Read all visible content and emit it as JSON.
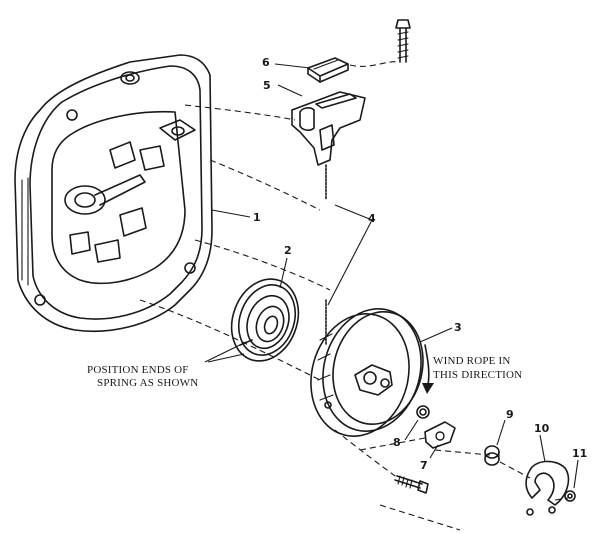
{
  "callouts": [
    {
      "id": "1",
      "label": "1"
    },
    {
      "id": "2",
      "label": "2"
    },
    {
      "id": "3",
      "label": "3"
    },
    {
      "id": "4",
      "label": "4"
    },
    {
      "id": "5",
      "label": "5"
    },
    {
      "id": "6",
      "label": "6"
    },
    {
      "id": "7",
      "label": "7"
    },
    {
      "id": "8",
      "label": "8"
    },
    {
      "id": "9",
      "label": "9"
    },
    {
      "id": "10",
      "label": "10"
    },
    {
      "id": "11",
      "label": "11"
    }
  ],
  "notes": {
    "spring_line1": "POSITION ENDS OF",
    "spring_line2": "SPRING AS SHOWN",
    "rope_line1": "WIND ROPE IN",
    "rope_line2": "THIS DIRECTION"
  }
}
